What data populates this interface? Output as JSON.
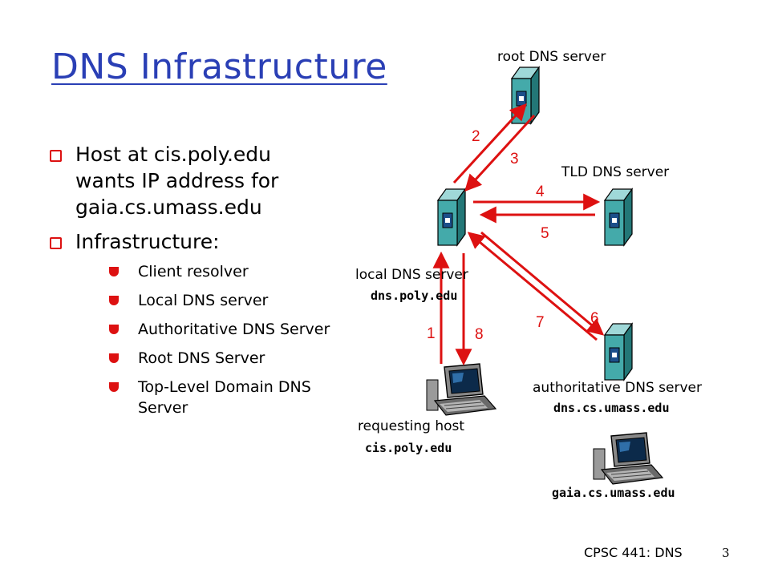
{
  "slide": {
    "title": "DNS Infrastructure",
    "bullets": [
      {
        "text": "Host at cis.poly.edu wants IP address for gaia.cs.umass.edu"
      },
      {
        "text": "Infrastructure:"
      }
    ],
    "sub_bullets": [
      "Client resolver",
      "Local DNS server",
      "Authoritative DNS Server",
      "Root DNS Server",
      "Top-Level Domain DNS Server"
    ],
    "footer": "CPSC 441: DNS",
    "page_number": "3"
  },
  "diagram": {
    "root": {
      "label": "root DNS server"
    },
    "tld": {
      "label": "TLD DNS server"
    },
    "local": {
      "label": "local DNS server",
      "host": "dns.poly.edu"
    },
    "auth": {
      "label": "authoritative DNS server",
      "host": "dns.cs.umass.edu"
    },
    "requesting": {
      "label": "requesting host",
      "host": "cis.poly.edu"
    },
    "target": {
      "host": "gaia.cs.umass.edu"
    },
    "steps": [
      "1",
      "2",
      "3",
      "4",
      "5",
      "6",
      "7",
      "8"
    ],
    "colors": {
      "arrow": "#dd1111",
      "server_face": "#44aaaa",
      "server_side": "#237777",
      "title": "#2a3fb5"
    }
  }
}
